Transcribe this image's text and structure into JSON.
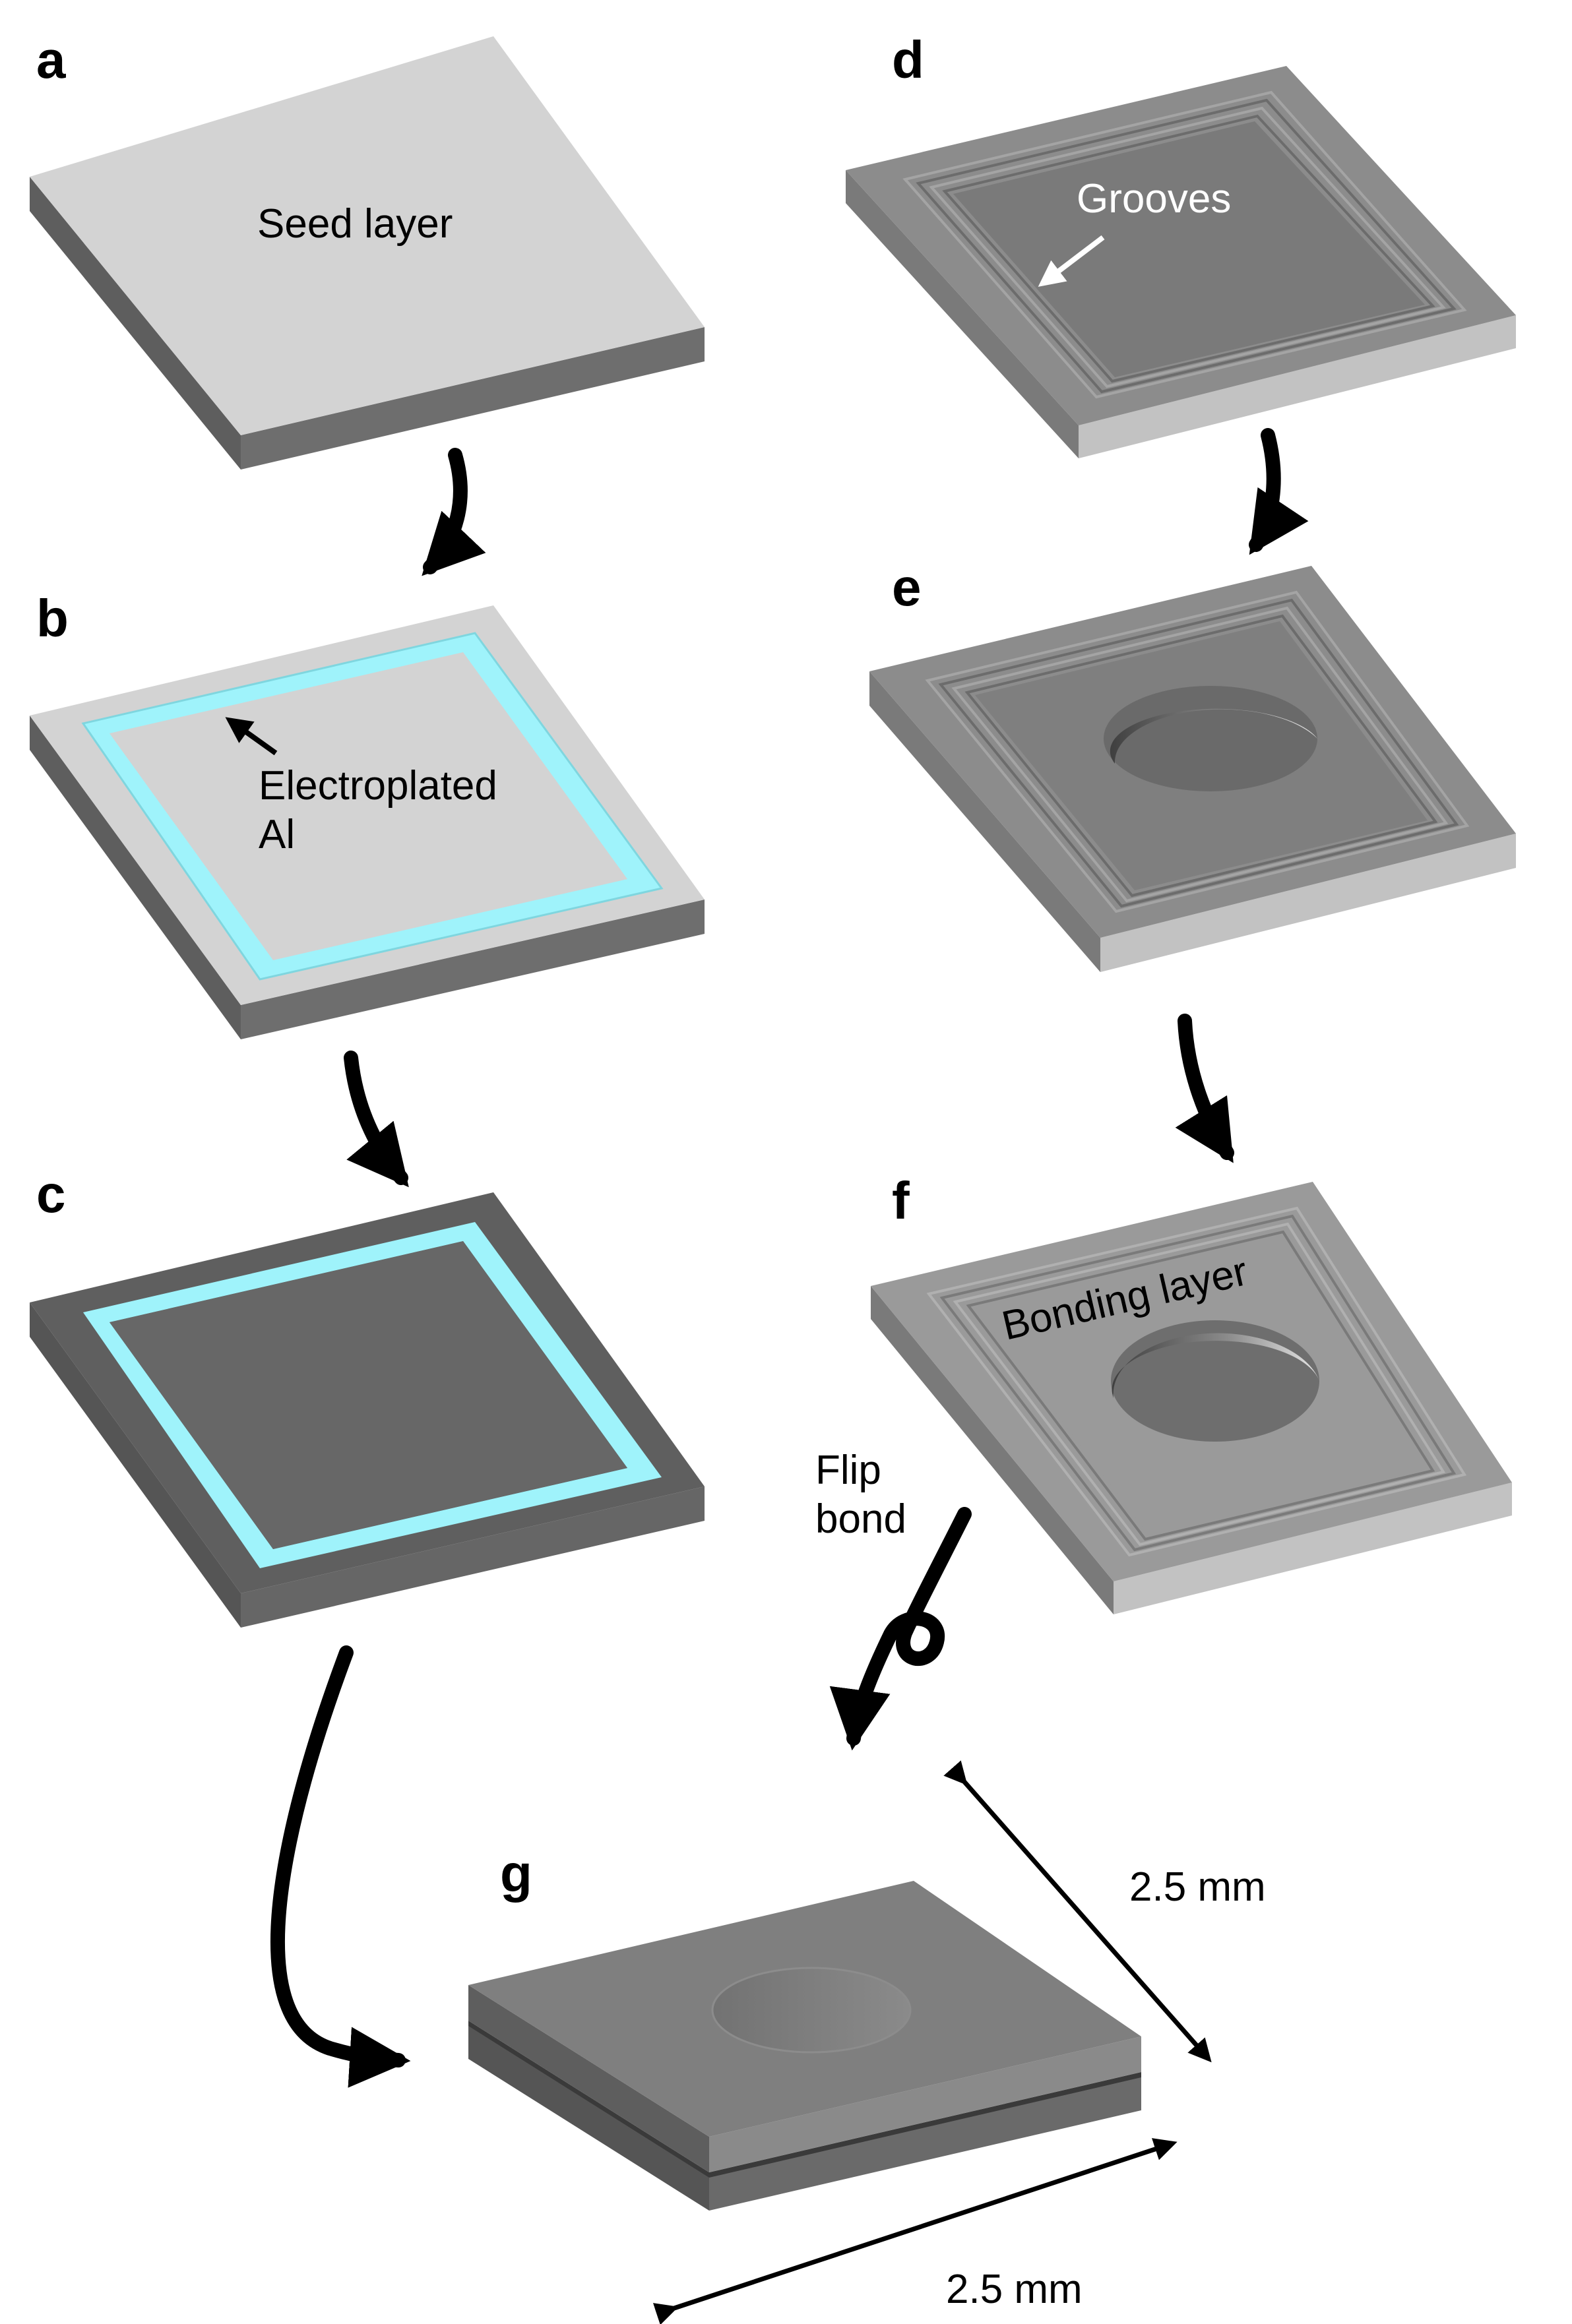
{
  "panels": {
    "a": {
      "letter": "a",
      "label": "Seed layer"
    },
    "b": {
      "letter": "b",
      "label_line1": "Electroplated",
      "label_line2": "Al"
    },
    "c": {
      "letter": "c"
    },
    "d": {
      "letter": "d",
      "label": "Grooves"
    },
    "e": {
      "letter": "e"
    },
    "f": {
      "letter": "f",
      "label": "Bonding layer"
    },
    "g": {
      "letter": "g",
      "dim_right": "2.5 mm",
      "dim_bottom": "2.5 mm"
    }
  },
  "flip_bond": {
    "line1": "Flip",
    "line2": "bond"
  },
  "colors": {
    "seed_top": "#d3d3d3",
    "side_dark": "#5e5e5e",
    "side_mid": "#7a7a7a",
    "side_light": "#c2c2c2",
    "plate_dark": "#6a6a6a",
    "plate_mid": "#8c8c8c",
    "plate_light": "#9a9a9a",
    "aluminum": "#9ff3fb",
    "arrow": "#000000"
  }
}
